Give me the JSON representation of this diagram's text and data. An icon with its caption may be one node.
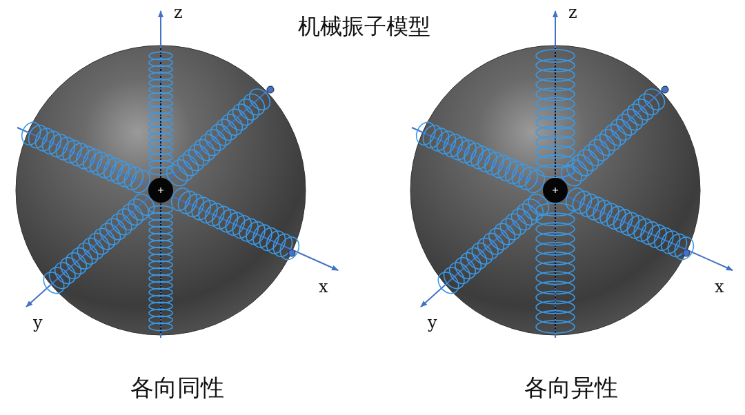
{
  "diagram": {
    "title": "机械振子模型",
    "labels": [
      "z",
      "z",
      "x",
      "y",
      "x",
      "y",
      "各向同性",
      "各向异性"
    ]
  }
}
